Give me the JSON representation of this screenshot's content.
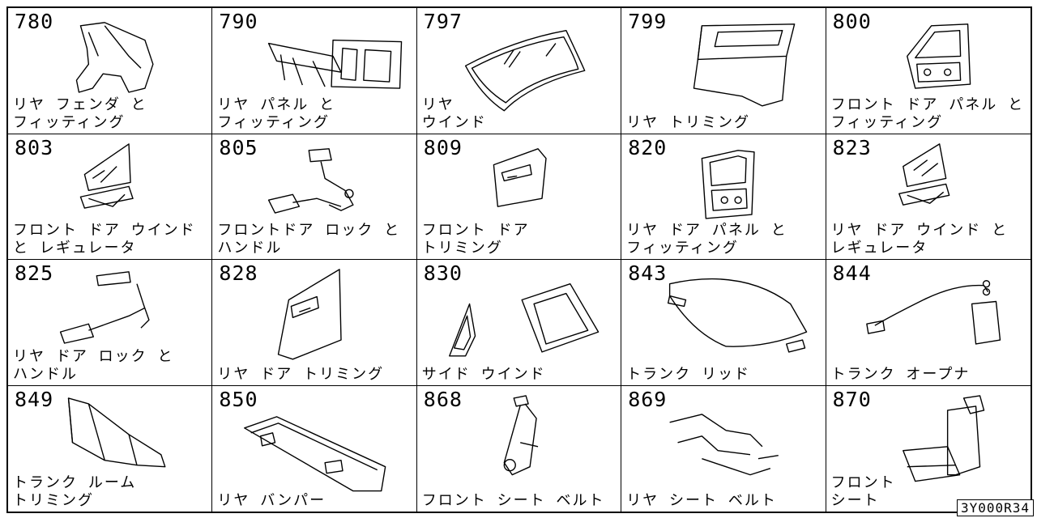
{
  "parts": [
    {
      "num": "780",
      "label": [
        "リヤ フェンダ と",
        "フィッティング"
      ],
      "icon": "rear-fender-icon"
    },
    {
      "num": "790",
      "label": [
        "リヤ パネル と",
        "フィッティング"
      ],
      "icon": "rear-panel-icon"
    },
    {
      "num": "797",
      "label": [
        "リヤ",
        "ウインド"
      ],
      "icon": "rear-window-icon"
    },
    {
      "num": "799",
      "label": [
        "リヤ トリミング"
      ],
      "icon": "rear-trim-icon"
    },
    {
      "num": "800",
      "label": [
        "フロント ドア パネル と",
        "フィッティング"
      ],
      "icon": "front-door-panel-icon"
    },
    {
      "num": "803",
      "label": [
        "フロント ドア ウインド",
        "と レギュレータ"
      ],
      "icon": "front-door-window-regulator-icon"
    },
    {
      "num": "805",
      "label": [
        "フロントドア ロック と",
        "ハンドル"
      ],
      "icon": "front-door-lock-handle-icon"
    },
    {
      "num": "809",
      "label": [
        "フロント ドア",
        "トリミング"
      ],
      "icon": "front-door-trim-icon"
    },
    {
      "num": "820",
      "label": [
        "リヤ ドア パネル と",
        "フィッティング"
      ],
      "icon": "rear-door-panel-icon"
    },
    {
      "num": "823",
      "label": [
        "リヤ ドア ウインド と",
        "レギュレータ"
      ],
      "icon": "rear-door-window-regulator-icon"
    },
    {
      "num": "825",
      "label": [
        "リヤ ドア ロック と",
        "ハンドル"
      ],
      "icon": "rear-door-lock-handle-icon"
    },
    {
      "num": "828",
      "label": [
        "リヤ ドア トリミング"
      ],
      "icon": "rear-door-trim-icon"
    },
    {
      "num": "830",
      "label": [
        "サイド ウインド"
      ],
      "icon": "side-window-icon"
    },
    {
      "num": "843",
      "label": [
        "トランク リッド"
      ],
      "icon": "trunk-lid-icon"
    },
    {
      "num": "844",
      "label": [
        "トランク オープナ"
      ],
      "icon": "trunk-opener-icon"
    },
    {
      "num": "849",
      "label": [
        "トランク ルーム",
        "トリミング"
      ],
      "icon": "trunk-room-trim-icon"
    },
    {
      "num": "850",
      "label": [
        "リヤ バンパー"
      ],
      "icon": "rear-bumper-icon"
    },
    {
      "num": "868",
      "label": [
        "フロント シート ベルト"
      ],
      "icon": "front-seat-belt-icon"
    },
    {
      "num": "869",
      "label": [
        "リヤ シート ベルト"
      ],
      "icon": "rear-seat-belt-icon"
    },
    {
      "num": "870",
      "label": [
        "フロント",
        "シート"
      ],
      "icon": "front-seat-icon"
    }
  ],
  "diagram_code": "3Y000R34"
}
